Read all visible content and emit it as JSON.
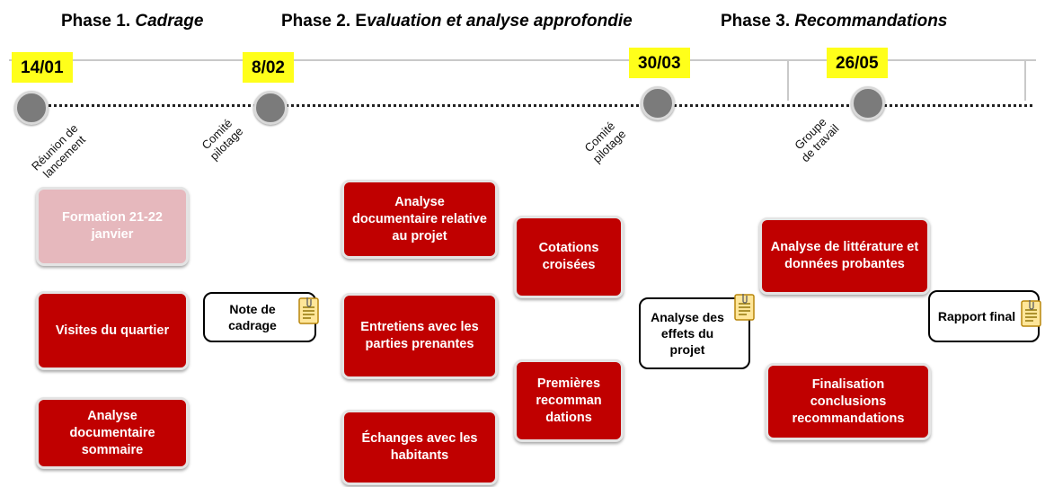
{
  "phases": [
    {
      "prefix": "Phase 1. ",
      "name": "Cadrage"
    },
    {
      "prefix": "Phase 2. E",
      "name": "valuation et analyse approfondie"
    },
    {
      "prefix": "Phase 3. ",
      "name": "Recommandations"
    }
  ],
  "dates": [
    "14/01",
    "8/02",
    "30/03",
    "26/05"
  ],
  "milestones": [
    {
      "line1": "Réunion de",
      "line2": "lancement"
    },
    {
      "line1": "Comité",
      "line2": "pilotage"
    },
    {
      "line1": "Comité",
      "line2": "pilotage"
    },
    {
      "line1": "Groupe",
      "line2": "de travail"
    }
  ],
  "tasks": {
    "formation": "Formation 21-22 janvier",
    "visites": "Visites du quartier",
    "analyse_sommaire": "Analyse documentaire sommaire",
    "analyse_projet": "Analyse documentaire relative au projet",
    "entretiens": "Entretiens avec les parties prenantes",
    "echanges": "Échanges avec les habitants",
    "cotations": "Cotations croisées",
    "premieres": "Premières recomman dations",
    "litterature": "Analyse de littérature et données probantes",
    "finalisation": "Finalisation conclusions recommandations"
  },
  "deliverables": {
    "note": "Note de cadrage",
    "effets": "Analyse des effets du projet",
    "rapport": "Rapport final"
  },
  "colors": {
    "task_red": "#c00000",
    "task_faded": "#e6b8bd",
    "date_highlight": "#ffff1a",
    "milestone_grey": "#7b7b7b"
  }
}
